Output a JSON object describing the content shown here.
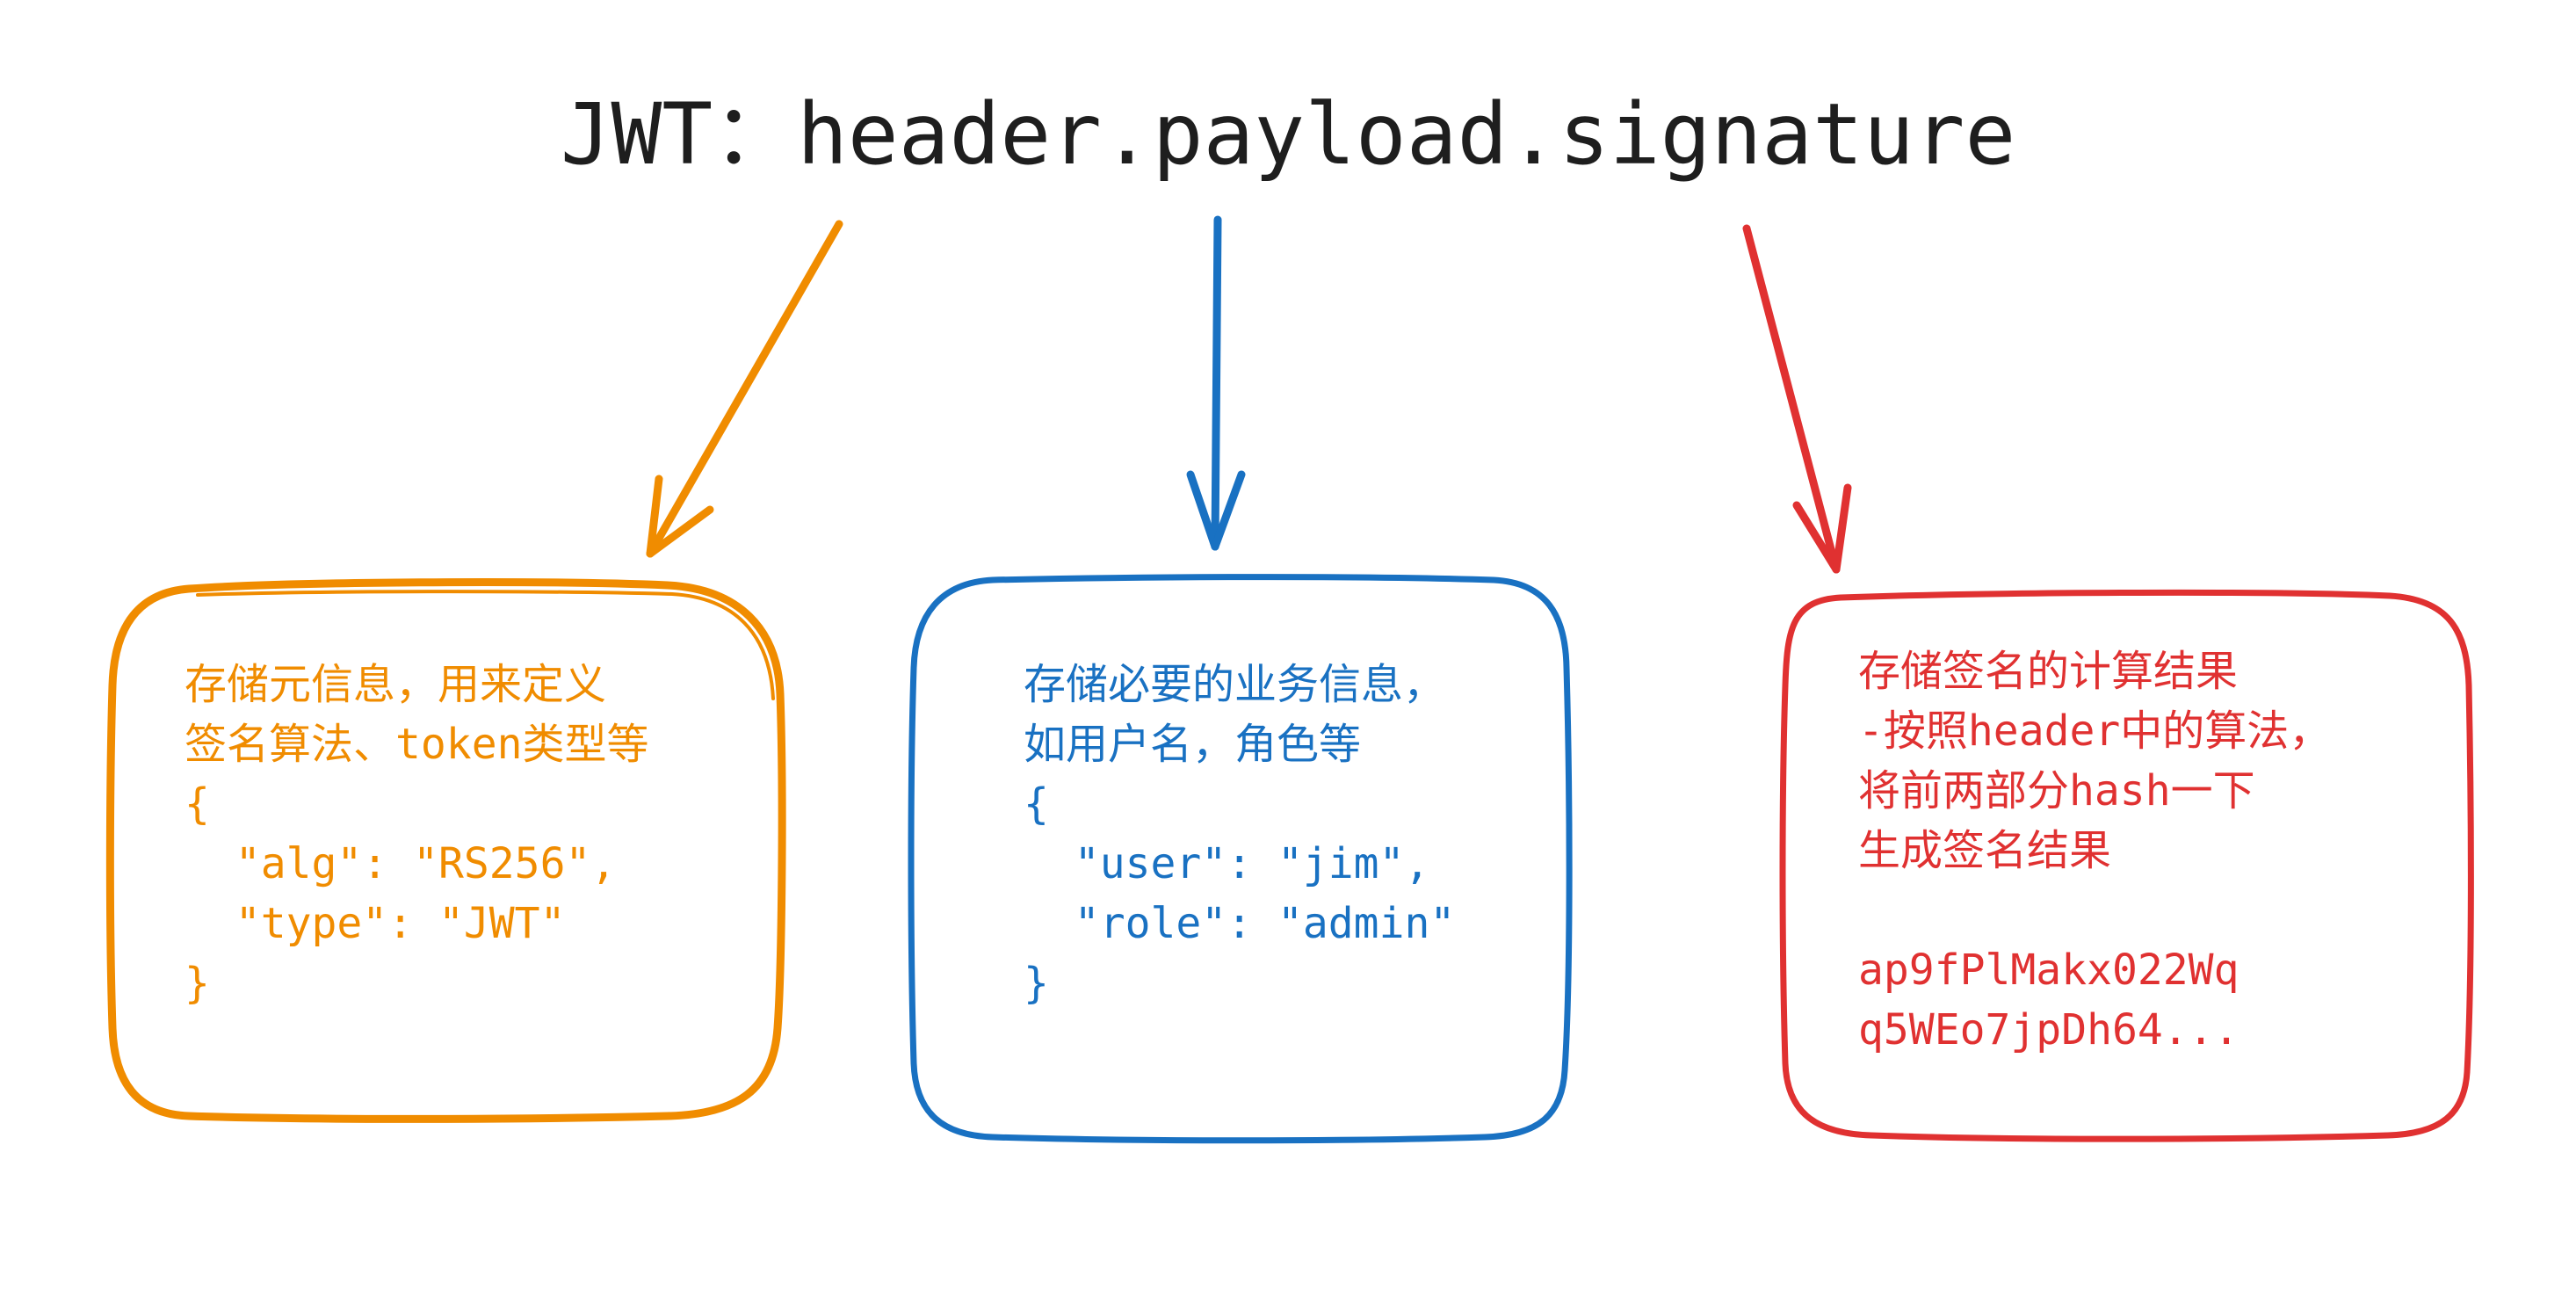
{
  "title": {
    "prefix": "JWT：",
    "format": "header.payload.signature"
  },
  "colors": {
    "title": "#1e1e1e",
    "header": "#f08c00",
    "payload": "#1971c2",
    "signature": "#e03131"
  },
  "header_box": {
    "desc": [
      "存储元信息，用来定义",
      "签名算法、token类型等"
    ],
    "code": [
      "{",
      "  \"alg\": \"RS256\",",
      "  \"type\": \"JWT\"",
      "}"
    ]
  },
  "payload_box": {
    "desc": [
      "存储必要的业务信息，",
      "如用户名，角色等"
    ],
    "code": [
      "{",
      "  \"user\": \"jim\",",
      "  \"role\": \"admin\"",
      "}"
    ]
  },
  "signature_box": {
    "desc": [
      "存储签名的计算结果",
      "-按照header中的算法，",
      "将前两部分hash一下",
      "生成签名结果"
    ],
    "sample": [
      "ap9fPlMakx022Wq",
      "q5WEo7jpDh64..."
    ]
  }
}
